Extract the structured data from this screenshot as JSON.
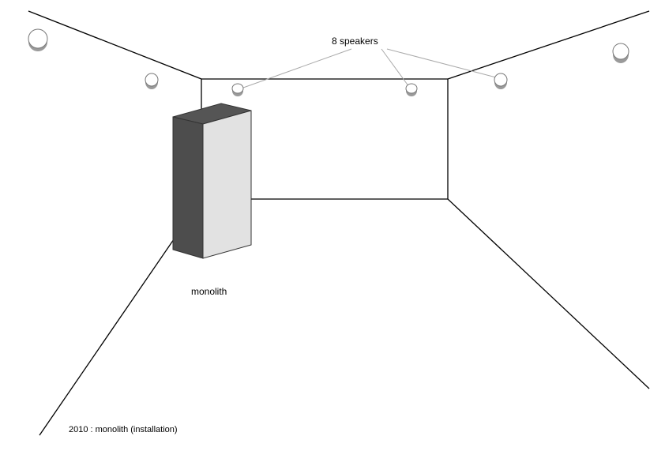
{
  "labels": {
    "speakers": "8 speakers",
    "monolith": "monolith",
    "caption": "2010 : monolith (installation)"
  },
  "colors": {
    "line": "#000000",
    "leader": "#aaaaaa",
    "monolith_dark": "#4d4d4d",
    "monolith_light": "#e2e2e2",
    "speaker_fill": "#ffffff",
    "speaker_shade": "#9a9a9a"
  }
}
